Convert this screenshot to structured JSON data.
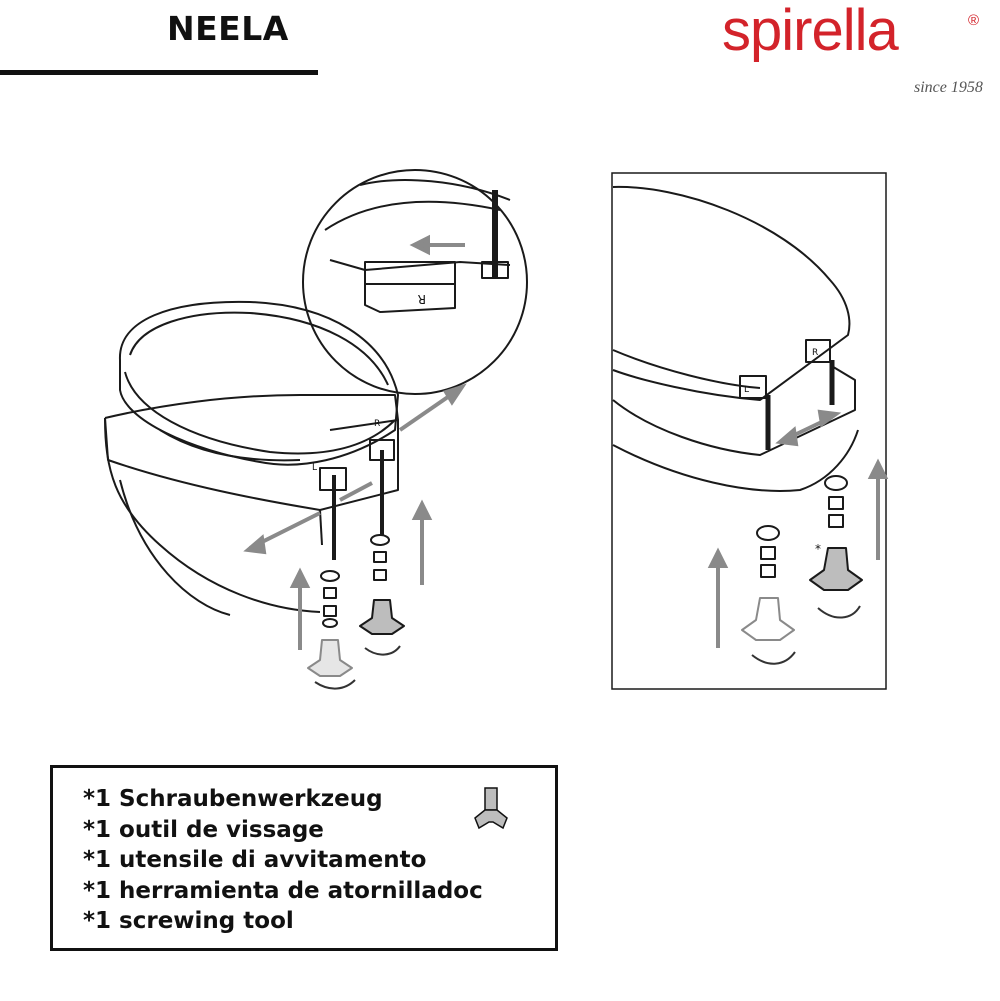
{
  "header": {
    "title": "NEELA"
  },
  "brand": {
    "name": "spirella",
    "registered_mark": "®",
    "tagline": "since 1958",
    "color": "#d3232a"
  },
  "diagram": {
    "hinge_labels": {
      "left": "L",
      "right": "R"
    },
    "tool_marker": "*"
  },
  "info_box": {
    "lines": [
      "*1 Schraubenwerkzeug",
      "*1 outil de vissage",
      "*1 utensile di avvitamento",
      "*1 herramienta de atornilladoc",
      "*1 screwing tool"
    ],
    "icon": "screwing-tool-icon"
  },
  "colors": {
    "line": "#1a1a1a",
    "arrow": "#8a8a8a",
    "tool_fill": "#bdbdbd"
  }
}
